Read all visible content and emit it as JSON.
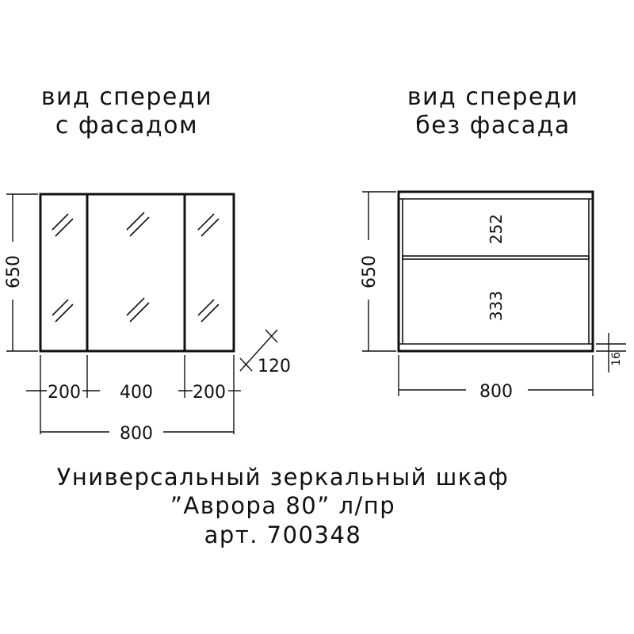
{
  "front_with_facade": {
    "title_line1": "вид спереди",
    "title_line2": "с фасадом",
    "height": "650",
    "width_left": "200",
    "width_middle": "400",
    "width_right": "200",
    "width_total": "800",
    "depth": "120"
  },
  "front_without_facade": {
    "title_line1": "вид спереди",
    "title_line2": "без фасада",
    "height": "650",
    "top_section": "252",
    "bottom_section": "333",
    "plinth": "16",
    "width_total": "800"
  },
  "product": {
    "line1": "Универсальный зеркальный шкаф",
    "line2": "”Аврора 80” л/пр",
    "line3": "арт. 700348"
  }
}
